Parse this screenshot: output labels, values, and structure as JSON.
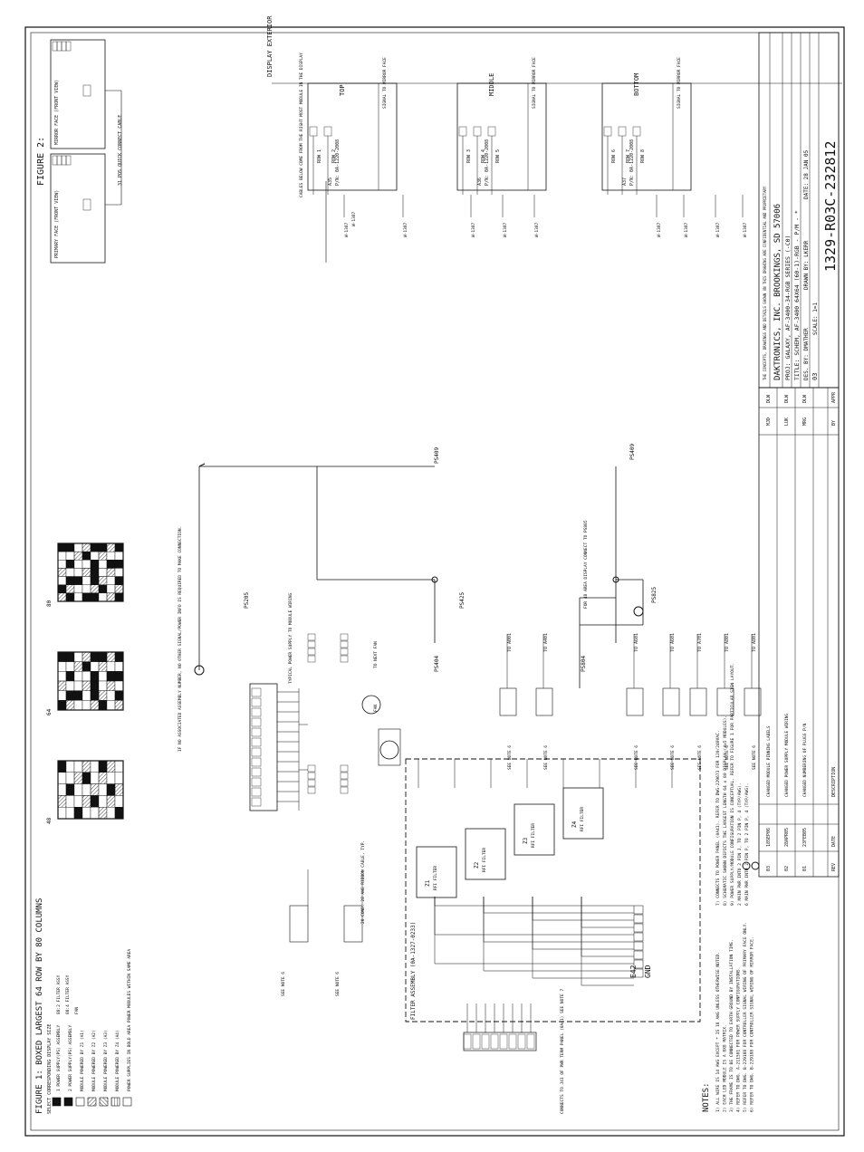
{
  "company": {
    "name": "DAKTRONICS, INC.  BROOKINGS, SD 57006",
    "proprietary": "THE CONCEPTS, DRAWINGS AND DETAILS SHOWN ON THIS DRAWING ARE CONFIDENTIAL AND PROPRIETARY"
  },
  "title_block": {
    "proj": "PROJ: GALAXY, AF-3400-34-RGB SERIES (-C0)",
    "title": "TITLE: SCHEM, AF-3400 64X64 (60-1)-RGB - P/M - *",
    "des_by": "DES. BY: DMATHER",
    "drawn_by": "DRAWN BY: LKERR",
    "date": "DATE: 28 JAN 05",
    "rev": "03",
    "scale": "SCALE: 1=1",
    "drawing_number": "1329-R03C-232812"
  },
  "revisions": [
    {
      "rev": "03",
      "date": "18SEP06",
      "desc": "CHANGED MODULE PINNING LABELS",
      "by": "MJD",
      "appr": "DLW"
    },
    {
      "rev": "02",
      "date": "28APR05",
      "desc": "CHANGED POWER SUPPLY MODULE WIRING",
      "by": "LUK",
      "appr": "DLW"
    },
    {
      "rev": "01",
      "date": "23FEB05",
      "desc": "CHANGED NUMBERING OF PLUGS P/N",
      "by": "MRG",
      "appr": "DLW"
    }
  ],
  "revision_header": {
    "rev": "REV",
    "date": "DATE",
    "desc": "DESCRIPTION",
    "by": "BY",
    "appr": "APPR"
  },
  "figure1": {
    "title": "FIGURE 1:  BOXED LARGEST 64 ROW BY 80 COLUMNS",
    "subtitle": "SELECT CORRESPONDING DISPLAY SIZE",
    "sizes": [
      "48",
      "64",
      "80"
    ],
    "legend": [
      "1 POWER SUPPLY(PS) ASSEMBLY",
      "2 POWER SUPPLY(PS) ASSEMBLY",
      "MODULE POWERED BY Z1 (A1)",
      "MODULE POWERED BY Z2 (A2)",
      "MODULE POWERED BY Z3 (A3)",
      "MODULE POWERED BY Z4 (A4)",
      "POWER SUPPLIES IN BOLD AREA POWER MODULES WITHIN SAME AREA"
    ],
    "legend_extra": [
      "88:2 FILTER ASSY",
      "88:4 FILTER ASSY",
      "FAN"
    ]
  },
  "figure2": {
    "title": "FIGURE 2:",
    "primary": "PRIMARY FACE (FRONT VIEW)",
    "mirror": "MIRROR FACE (FRONT VIEW)",
    "connector": "31 POS QUICK CONNECT CABLE"
  },
  "display": {
    "label": "DISPLAY EXTERIOR",
    "modules": [
      {
        "name": "TOP",
        "pn": "P/N: 0A-1220-2008",
        "ref": "A35",
        "rows": [
          "ROW 1",
          "ROW 2"
        ],
        "signal": "SIGNAL TO MIRROR FACE"
      },
      {
        "name": "MIDDLE",
        "pn": "P/N: 0A-1220-2008",
        "ref": "A36",
        "rows": [
          "ROW 3",
          "ROW 4",
          "ROW 5"
        ],
        "signal": "SIGNAL TO MIRROR FACE"
      },
      {
        "name": "BOTTOM",
        "pn": "P/N: 0A-1220-2008",
        "ref": "A37",
        "rows": [
          "ROW 6",
          "ROW 7",
          "ROW 8"
        ],
        "signal": "SIGNAL TO MIRROR FACE"
      }
    ],
    "wire_label": "W-1387",
    "cable_note": "CABLES BELOW COME FROM THE RIGHT MOST MODULE IN THE DISPLAY"
  },
  "labels": {
    "ps409": "PS409",
    "ps205": "PS205",
    "ps425": "PS425",
    "ps404": "PS404",
    "ps804": "PS804",
    "ps825": "PS825",
    "to_a001": "TO A001",
    "to_a401": "TO A401",
    "to_a601": "TO A601",
    "to_a701": "TO A701",
    "to_a801": "TO A801",
    "filter": "FILTER ASSEMBLY (0A-1327-0233)",
    "e42": "E42",
    "gnd": "GND",
    "fan": "FAN",
    "note_fan": "TO NEXT FAN",
    "see_note": "SEE NOTE 6",
    "typical_ps": "TYPICAL POWER SUPPLY TO MODULE WIRING",
    "ribbon": "20 COND. 28 AWG RIBBON CABLE, TYP.",
    "assy_note": "IF NO ASSOCIATED ASSEMBLY NUMBER, NO OTHER SIGNAL/POWER INFO IS REQUIRED TO MAKE CONNECTION.",
    "mirror_note": "FOR 48 AREA DISPLAY CONNECT TO PS805",
    "connects_to": "CONNECTS TO J41 OF PWR TERM PANEL (0A41) SEE NOTE 7"
  },
  "filters": [
    "Z1",
    "Z2",
    "Z3",
    "Z4"
  ],
  "filter_sub": "RFI FILTER",
  "notes": {
    "title": "NOTES:",
    "left": [
      "1) ALL WIRE IS 14 AWG EXCEPT * IS 18 AWG UNLESS OTHERWISE NOTED.",
      "2) EACH LED MODULE IS A 8X8 MATRIX.",
      "3) THE FRAME IS TO BE CONNECTED TO EARTH GROUND BY INSTALLATION TIME.",
      "4) REFER TO DWG. A-211501 FOR POWER SUPPLY CONFIGURATIONS.",
      "5) REFER TO DWG. B-229188 FOR CONTROLLER SIGNAL WIRING OF PRIMARY FACE ONLY.",
      "6) REFER TO DWG. B-229188 FOR CONTROLLER SIGNAL WIRING OF MIRROR FACE."
    ],
    "right": [
      "7) CONNECTS TO POWER PANEL (0A41). REFER TO DWG-229673 FOR 120/240VAC.",
      "8) SCHEMATIC SHOWN DEPICTS THE LARGEST LENGTH 64 x 80 DISPLAY (4x5 MODULES).",
      "9) POWER SUPPLY/MODULE CONFIGURATION IS CONCEPTUAL. REFER TO FIGURE 1 FOR PARTICULAR SIGN LAYOUT.",
      "2 MAIN PWR INTO 2 PIN J, TO 2 PIN P, 4 (TYP/AWG).",
      "6 MAIN PWR INTO 2 PIN P, TO 2 PIN P, 4 (TYP/AWG)."
    ]
  },
  "colors": {
    "ink": "#111111",
    "paper": "#ffffff"
  }
}
